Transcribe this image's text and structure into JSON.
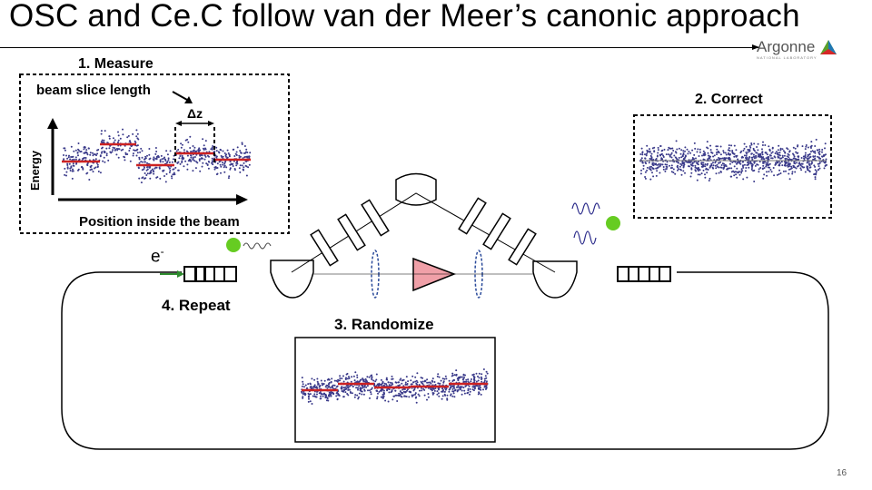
{
  "slide": {
    "title": "OSC and Ce.C follow van der Meer’s canonic approach",
    "page_number": "16"
  },
  "logo": {
    "name": "Argonne",
    "subtitle": "NATIONAL LABORATORY",
    "colors": [
      "#5aa02c",
      "#1f77b4",
      "#d62728"
    ]
  },
  "steps": {
    "measure": "1. Measure",
    "correct": "2. Correct",
    "randomize": "3. Randomize",
    "repeat": "4. Repeat"
  },
  "measure_panel": {
    "slice_label": "beam slice length",
    "delta_label": "Δz",
    "y_axis_label": "Energy",
    "x_axis_label": "Position inside the beam"
  },
  "beam": {
    "particle_label": "e",
    "particle_superscript": "-"
  },
  "colors": {
    "dots": "#3a3a8a",
    "slice_mean": "#cc2222",
    "kicker_green": "#66cc22",
    "amplifier_fill": "#f0a0a8",
    "lens_blue": "#2a4a9a"
  }
}
